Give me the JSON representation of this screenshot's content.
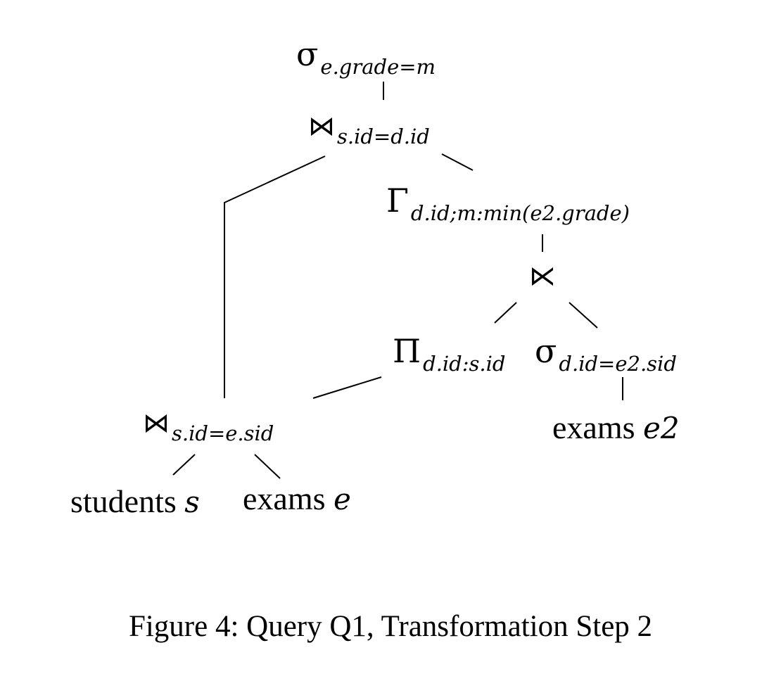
{
  "nodes": {
    "select_top": {
      "symbol": "σ",
      "subscript": "e.grade=m"
    },
    "join_top": {
      "symbol": "⋈",
      "subscript": "s.id=d.id"
    },
    "group": {
      "symbol": "Γ",
      "subscript": "d.id;m:min(e2.grade)"
    },
    "semijoin": {
      "symbol": "⋉"
    },
    "project": {
      "symbol": "Π",
      "subscript": "d.id:s.id"
    },
    "select_inner": {
      "symbol": "σ",
      "subscript": "d.id=e2.sid"
    },
    "join_bottom": {
      "symbol": "⋈",
      "subscript": "s.id=e.sid"
    },
    "rel_students": {
      "name": "students",
      "alias": "s"
    },
    "rel_exams": {
      "name": "exams",
      "alias": "e"
    },
    "rel_exams2": {
      "name": "exams",
      "alias": "e2"
    }
  },
  "caption": "Figure 4: Query Q1, Transformation Step 2"
}
